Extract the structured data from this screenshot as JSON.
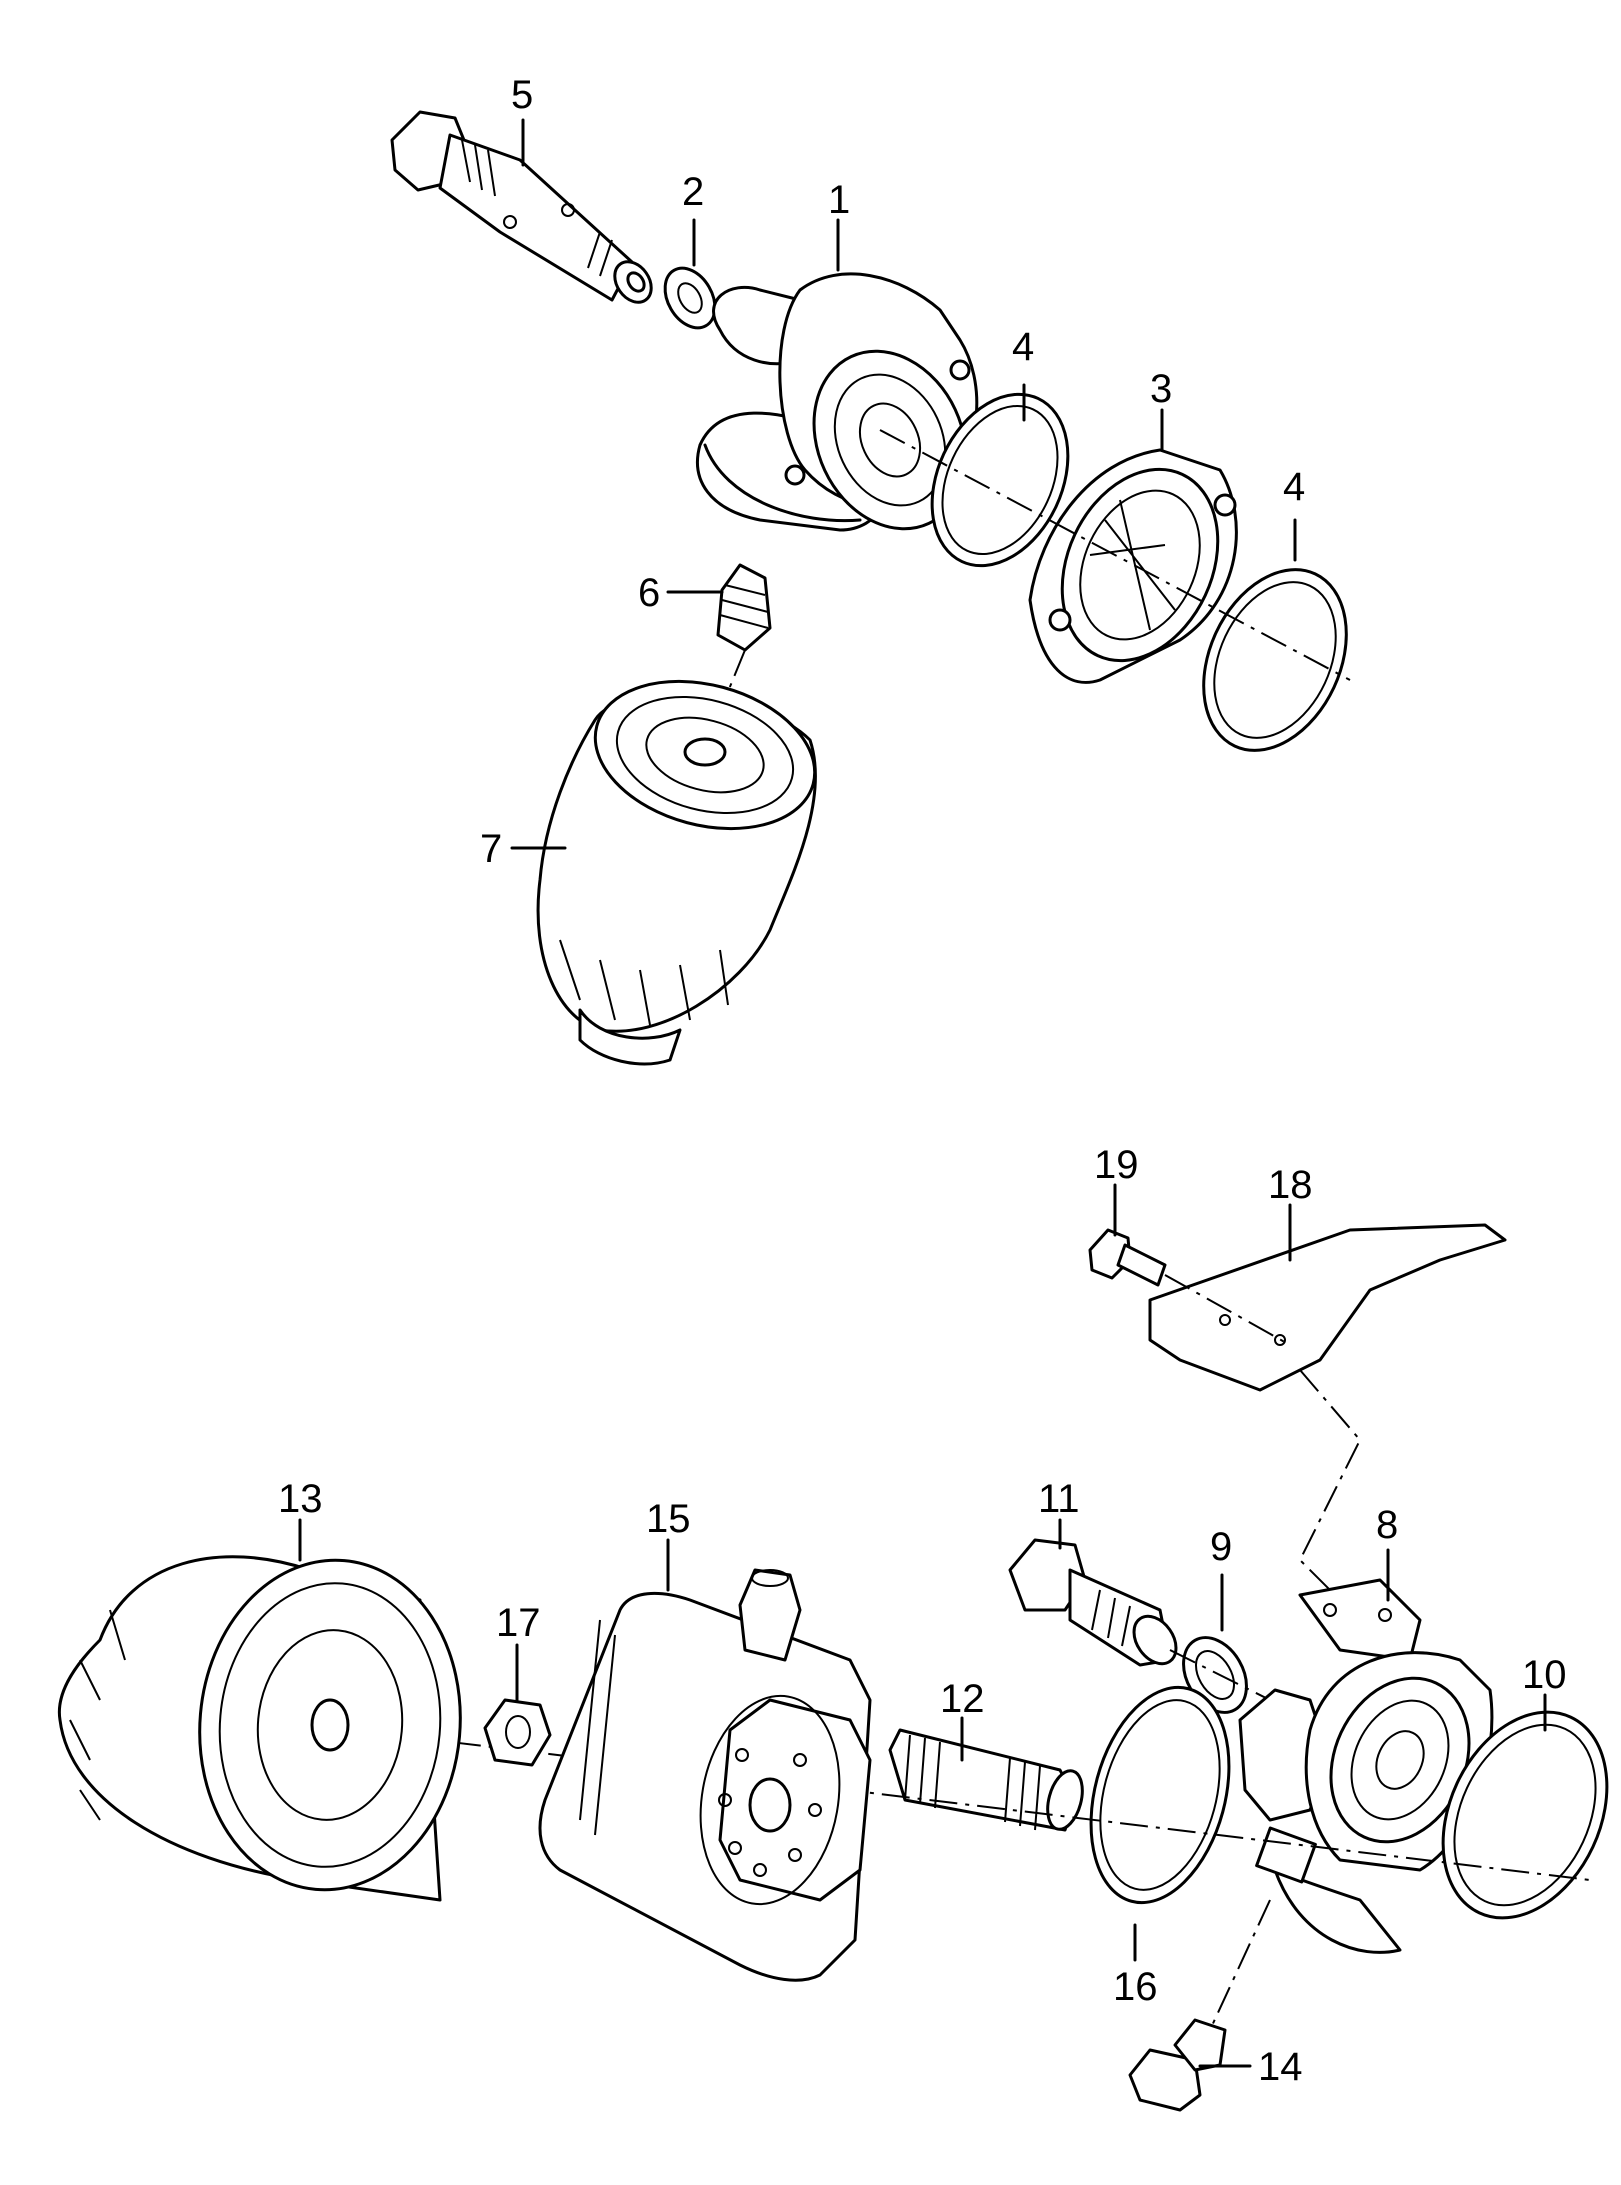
{
  "diagram": {
    "callouts": [
      "1",
      "2",
      "3",
      "4",
      "4",
      "5",
      "6",
      "7",
      "8",
      "9",
      "10",
      "11",
      "12",
      "13",
      "14",
      "15",
      "16",
      "17",
      "18",
      "19"
    ]
  }
}
